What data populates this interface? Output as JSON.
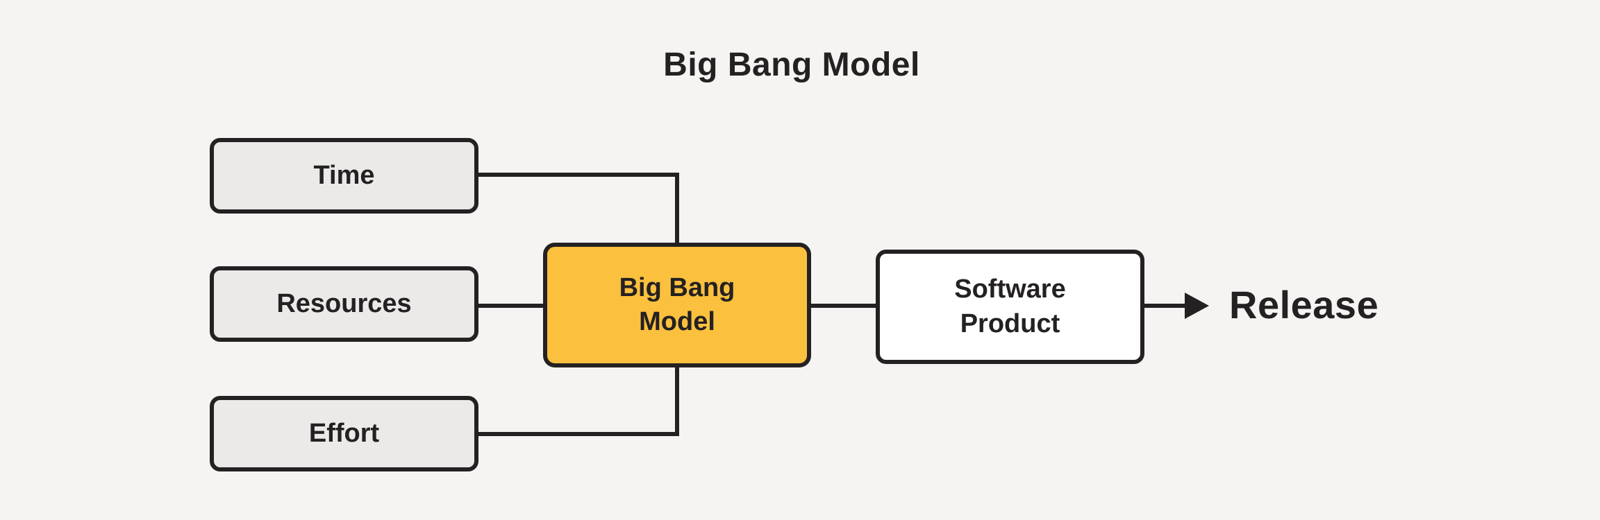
{
  "diagram": {
    "title": "Big Bang Model",
    "nodes": {
      "time": {
        "label": "Time"
      },
      "resources": {
        "label": "Resources"
      },
      "effort": {
        "label": "Effort"
      },
      "big_bang": {
        "lines": [
          "Big Bang",
          "Model"
        ]
      },
      "software_product": {
        "lines": [
          "Software",
          "Product"
        ]
      }
    },
    "release": {
      "label": "Release"
    },
    "colors": {
      "background": "#F5F4F2",
      "input_box_fill": "#EBEAE8",
      "center_box_fill": "#FAC03E",
      "output_box_fill": "#FFFFFF",
      "outline_and_text": "#242122"
    }
  }
}
